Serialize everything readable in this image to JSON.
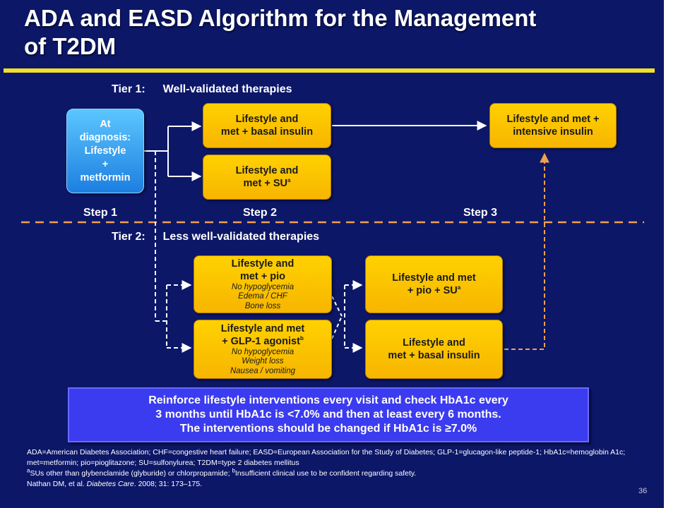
{
  "slide": {
    "title_line1": "ADA and EASD Algorithm for the Management",
    "title_line2": "of T2DM",
    "page_number": "36"
  },
  "tiers": {
    "tier1_label": "Tier 1:",
    "tier1_text": "Well-validated therapies",
    "tier2_label": "Tier 2:",
    "tier2_text": "Less well-validated therapies"
  },
  "steps": {
    "step1": "Step 1",
    "step2": "Step 2",
    "step3": "Step 3"
  },
  "boxes": {
    "diagnosis": {
      "line1": "At",
      "line2": "diagnosis:",
      "line3": "Lifestyle",
      "line4": "+",
      "line5": "metformin"
    },
    "t1_basal": {
      "line1": "Lifestyle and",
      "line2": "met + basal insulin"
    },
    "t1_su": {
      "line1": "Lifestyle and",
      "line2": "met + SU",
      "sup": "a"
    },
    "t1_intensive": {
      "line1": "Lifestyle and met +",
      "line2": "intensive insulin"
    },
    "t2_pio": {
      "line1": "Lifestyle and",
      "line2": "met + pio",
      "notes": [
        "No hypoglycemia",
        "Edema / CHF",
        "Bone loss"
      ]
    },
    "t2_glp1": {
      "line1": "Lifestyle and met",
      "line2": "+ GLP-1 agonist",
      "sup": "b",
      "notes": [
        "No hypoglycemia",
        "Weight loss",
        "Nausea / vomiting"
      ]
    },
    "t2_pio_su": {
      "line1": "Lifestyle and met",
      "line2": "+ pio + SU",
      "sup": "a"
    },
    "t2_basal": {
      "line1": "Lifestyle and",
      "line2": "met + basal insulin"
    }
  },
  "banner": {
    "line1": "Reinforce lifestyle interventions every visit and check HbA1c every",
    "line2": "3 months until HbA1c is <7.0% and then at least every 6 months.",
    "line3": "The interventions should be changed if HbA1c is ≥7.0%"
  },
  "footnotes": {
    "abbreviations": "ADA=American Diabetes Association; CHF=congestive heart failure; EASD=European Association for the Study of Diabetes; GLP-1=glucagon-like peptide-1; HbA1c=hemoglobin A1c; met=metformin; pio=pioglitazone; SU=sulfonylurea; T2DM=type 2 diabetes mellitus",
    "note_a_mark": "a",
    "note_a_text": "SUs other than glybenclamide (glyburide) or chlorpropamide; ",
    "note_b_mark": "b",
    "note_b_text": "Insufficient clinical use to be confident regarding safety.",
    "citation_authors": "Nathan DM, et al. ",
    "citation_journal": "Diabetes Care",
    "citation_rest": ". 2008; 31: 173–175."
  },
  "colors": {
    "background": "#0c1768",
    "title_rule": "#f2e02a",
    "box_gold": "#ffc400",
    "box_blue": "#2c9cf4",
    "banner": "#3b3bef",
    "tier_divider": "#f0a050"
  }
}
